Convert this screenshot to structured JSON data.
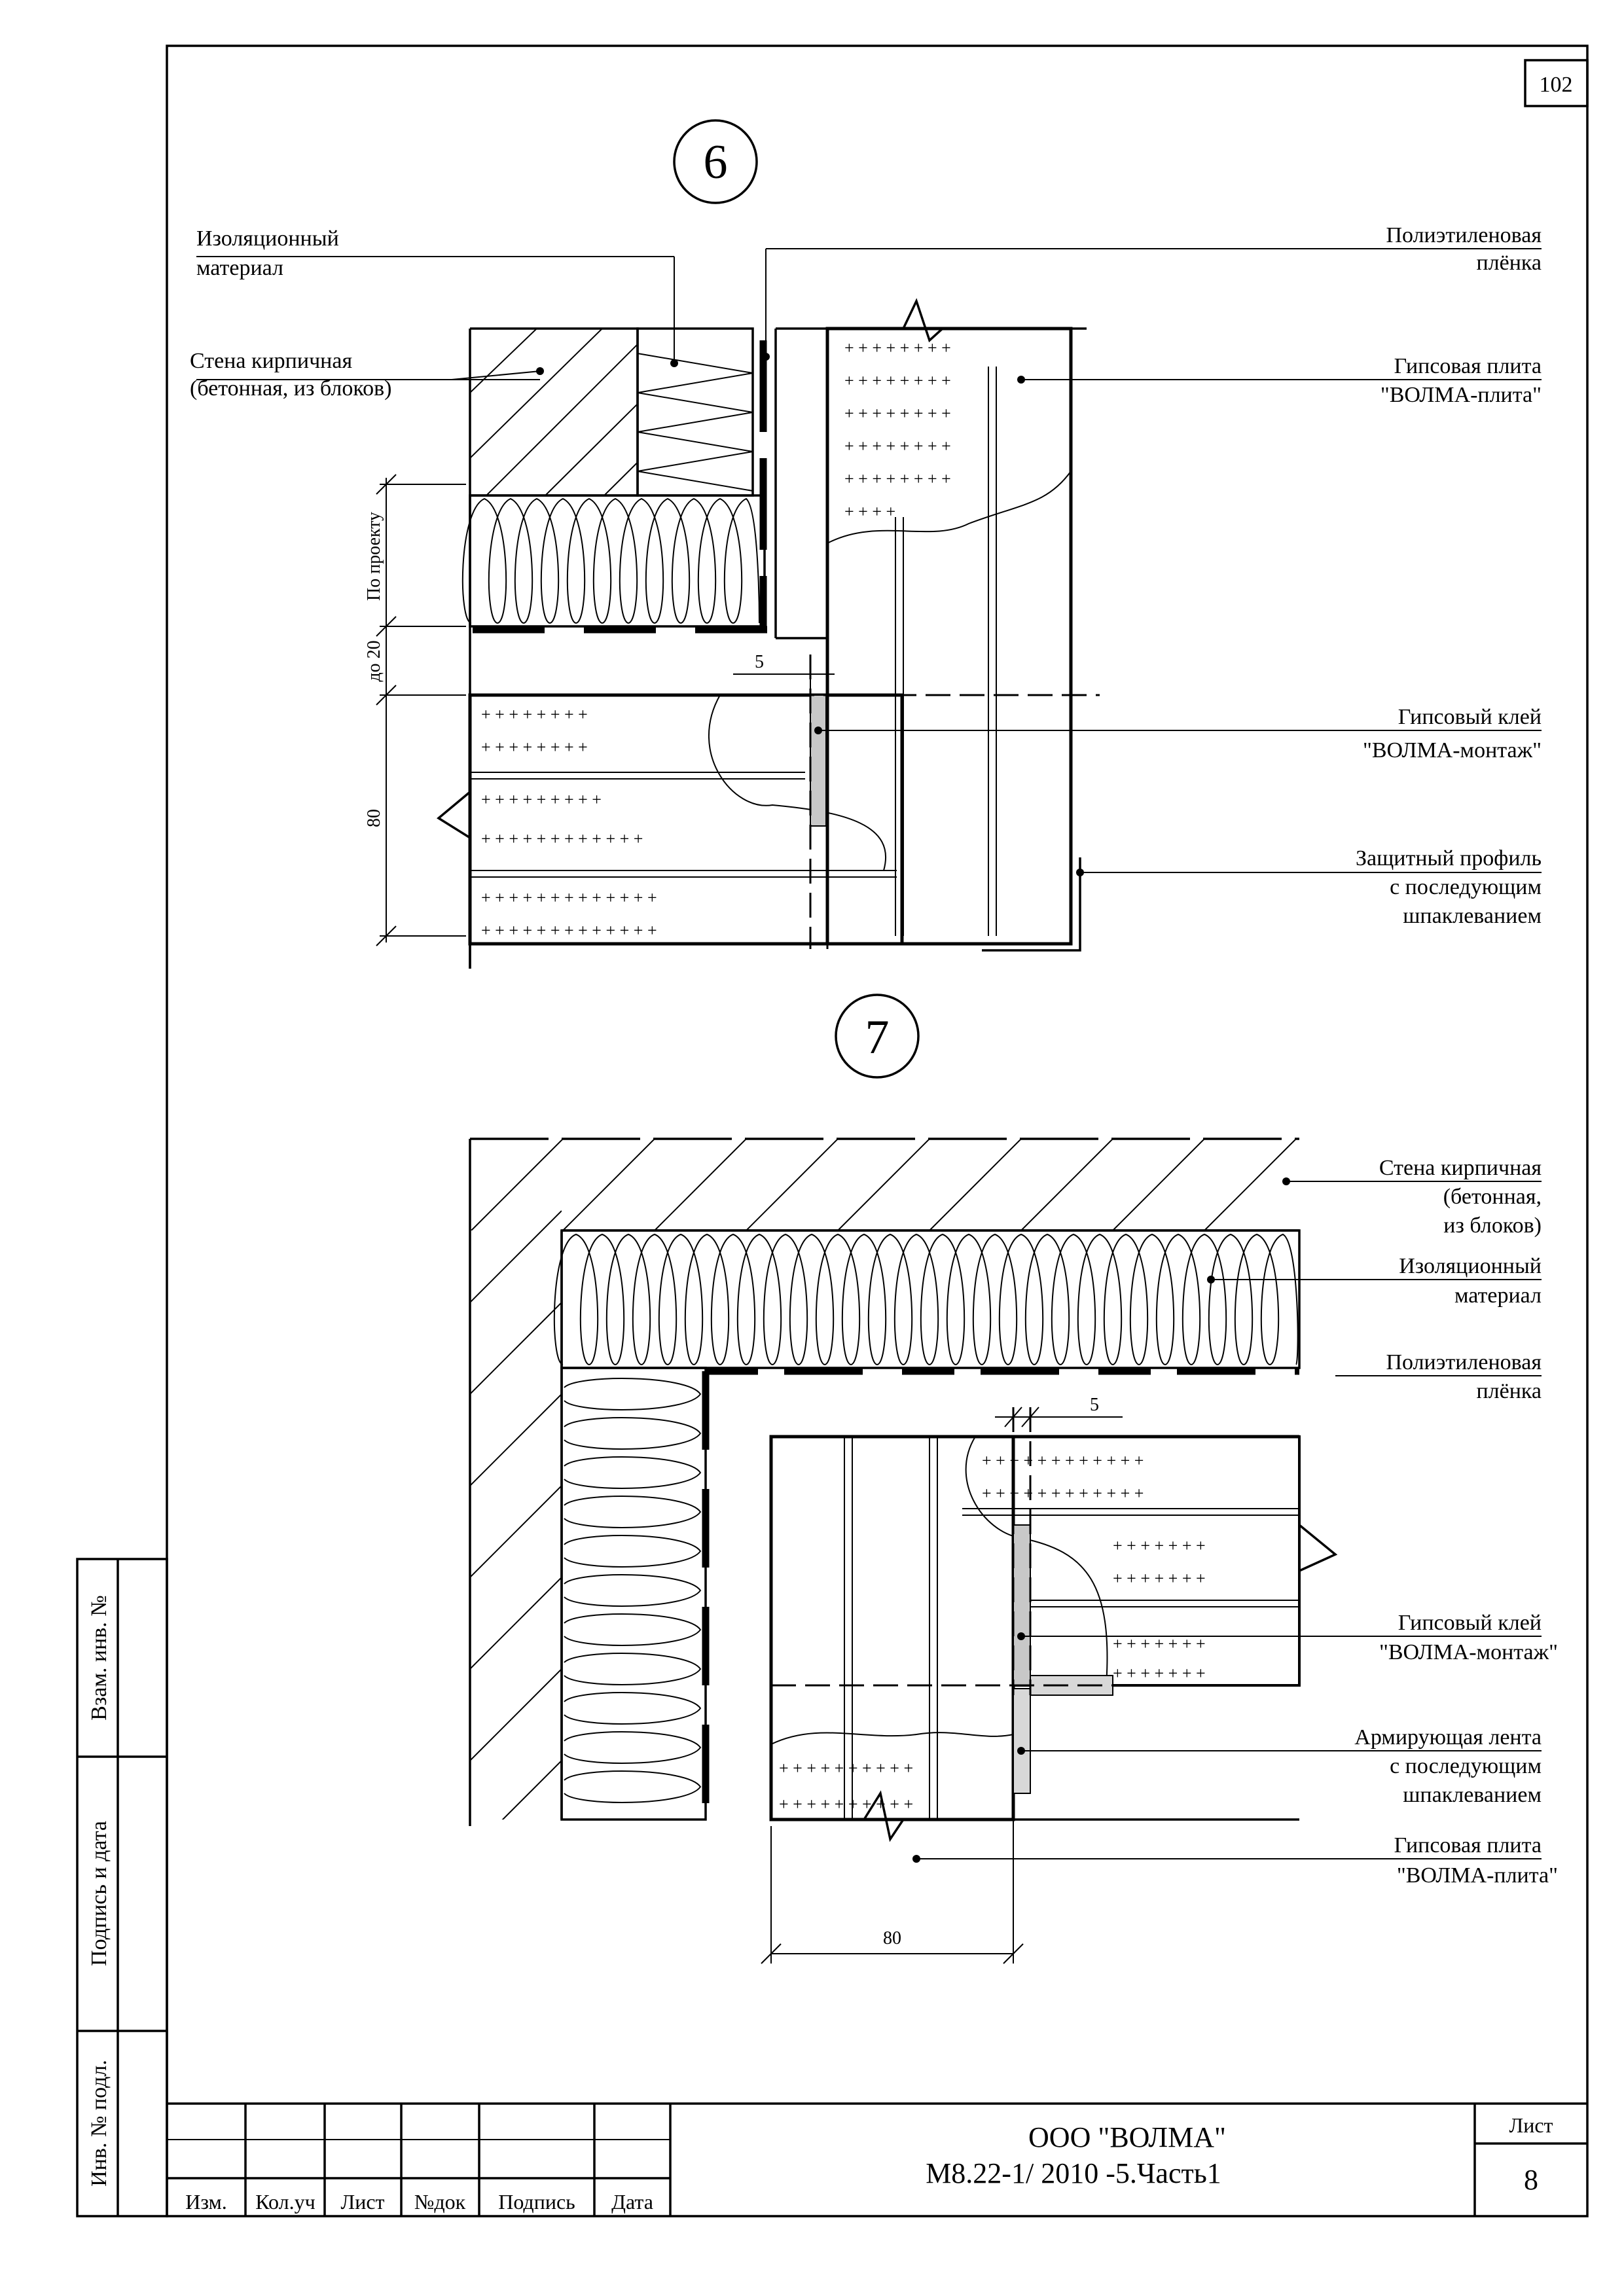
{
  "sheet_corner_number": "102",
  "detail_6": {
    "number": "6",
    "labels": {
      "insulation": [
        "Изоляционный",
        "материал"
      ],
      "wall": [
        "Стена кирпичная",
        "(бетонная, из блоков)"
      ],
      "film": [
        "Полиэтиленовая",
        "плёнка"
      ],
      "board": [
        "Гипсовая плита",
        "\"ВОЛМА-плита\""
      ],
      "glue": [
        "Гипсовый клей",
        "\"ВОЛМА-монтаж\""
      ],
      "profile": [
        "Защитный профиль",
        "с последующим",
        "шпаклеванием"
      ]
    },
    "dimensions": {
      "by_project": "По проекту",
      "up_to_20": "до 20",
      "eighty": "80",
      "five": "5"
    }
  },
  "detail_7": {
    "number": "7",
    "labels": {
      "wall": [
        "Стена кирпичная",
        "(бетонная,",
        "из блоков)"
      ],
      "insulation": [
        "Изоляционный",
        "материал"
      ],
      "film": [
        "Полиэтиленовая",
        "плёнка"
      ],
      "glue": [
        "Гипсовый клей",
        "\"ВОЛМА-монтаж\""
      ],
      "tape": [
        "Армирующая лента",
        "с последующим",
        "шпаклеванием"
      ],
      "board": [
        "Гипсовая плита",
        "\"ВОЛМА-плита\""
      ]
    },
    "dimensions": {
      "five": "5",
      "eighty": "80"
    }
  },
  "side_stamp": {
    "replacement_inv": "Взам. инв. №",
    "signature_date": "Подпись и дата",
    "orig_inv": "Инв. № подл."
  },
  "title_block": {
    "headers": [
      "Изм.",
      "Кол.уч",
      "Лист",
      "№док",
      "Подпись",
      "Дата"
    ],
    "company": "ООО \"ВОЛМА\"",
    "document": "М8.22-1/ 2010 -5.Часть1",
    "sheet_label": "Лист",
    "sheet_number": "8"
  }
}
